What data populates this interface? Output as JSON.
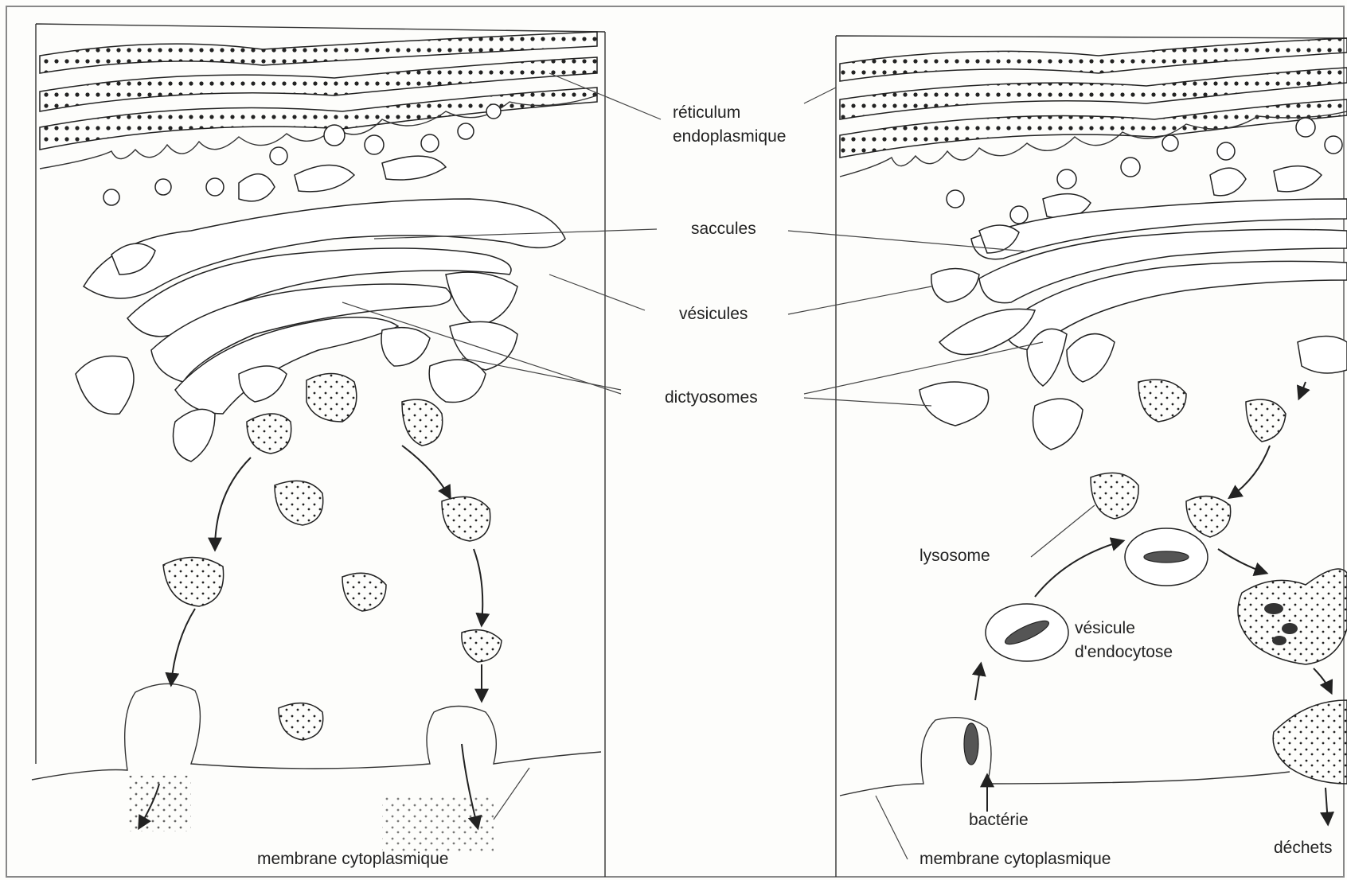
{
  "labels": {
    "reticulum_1": "réticulum",
    "reticulum_2": "endoplasmique",
    "saccules": "saccules",
    "vesicules": "vésicules",
    "dictyosomes": "dictyosomes",
    "lysosome": "lysosome",
    "vesicule_endo_1": "vésicule",
    "vesicule_endo_2": "d'endocytose",
    "bacterie": "bactérie",
    "membrane_left": "membrane  cytoplasmique",
    "membrane_right": "membrane  cytoplasmique",
    "dechets": "déchets"
  }
}
